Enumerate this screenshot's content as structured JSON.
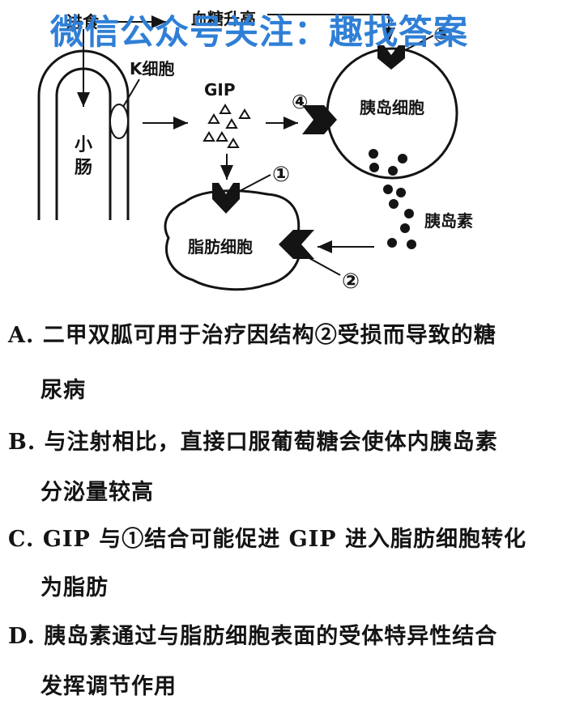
{
  "watermark": "微信公众号关注：趣找答案",
  "diagram": {
    "top_label_left": "进食",
    "top_label_mid": "血糖升高",
    "k_cell": "K细胞",
    "intestine_1": "小",
    "intestine_2": "肠",
    "gip": "GIP",
    "islet_cell": "胰岛细胞",
    "fat_cell": "脂肪细胞",
    "insulin": "胰岛素",
    "mark1": "①",
    "mark2": "②",
    "mark3": "③",
    "mark4": "④"
  },
  "options": [
    {
      "line1": "A. 二甲双胍可用于治疗因结构②受损而导致的糖",
      "line2": "尿病"
    },
    {
      "line1": "B. 与注射相比，直接口服葡萄糖会使体内胰岛素",
      "line2": "分泌量较高"
    },
    {
      "line1": "C. GIP 与①结合可能促进 GIP 进入脂肪细胞转化",
      "line2": "为脂肪"
    },
    {
      "line1": "D. 胰岛素通过与脂肪细胞表面的受体特异性结合",
      "line2": "发挥调节作用"
    }
  ]
}
